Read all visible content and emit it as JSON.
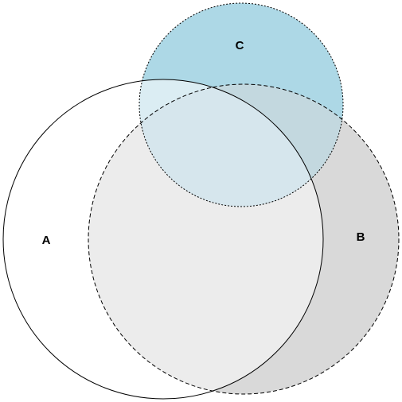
{
  "diagram": {
    "type": "venn",
    "sets": [
      {
        "id": "A",
        "label": "A",
        "fill": "#ffffff",
        "stroke": "#000000",
        "stroke_style": "solid"
      },
      {
        "id": "B",
        "label": "B",
        "fill": "#d9d9d9",
        "stroke": "#000000",
        "stroke_style": "dashed"
      },
      {
        "id": "C",
        "label": "C",
        "fill": "#add8e6",
        "stroke": "#000000",
        "stroke_style": "dotted"
      }
    ],
    "region_colors": {
      "A_and_B": "#ececec",
      "A_and_C": "#dbedf3",
      "B_and_C": "#c3d8df",
      "A_and_B_and_C": "#d6e6ed"
    }
  }
}
